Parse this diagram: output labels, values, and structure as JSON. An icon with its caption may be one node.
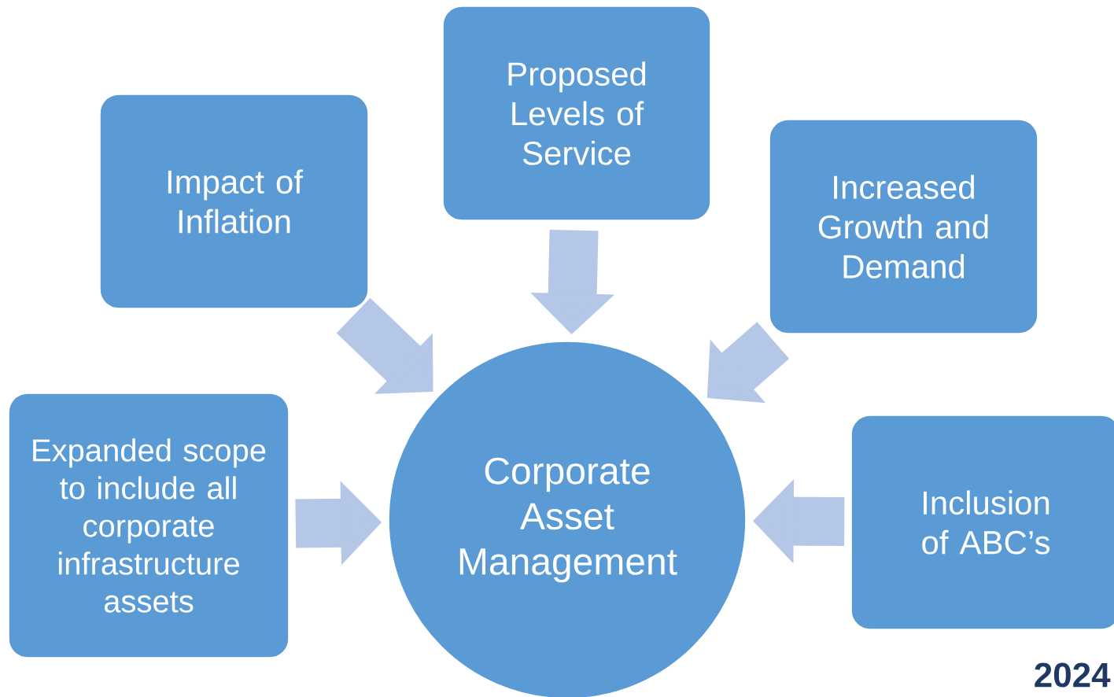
{
  "diagram": {
    "nodes": [
      {
        "text": [
          "Impact of Inflation"
        ]
      },
      {
        "text": [
          "Proposed Levels of Service"
        ]
      },
      {
        "text": [
          "Increased Growth and Demand"
        ]
      },
      {
        "text": [
          "Expanded scope to include all corporate infrastructure assets"
        ]
      },
      {
        "text": [
          "Corporate Asset Management"
        ]
      },
      {
        "text": [
          "Inclusion of ABC’s"
        ]
      }
    ],
    "edges": [
      {
        "from": 0,
        "to": 4,
        "arrow": "to"
      },
      {
        "from": 1,
        "to": 4,
        "arrow": "to"
      },
      {
        "from": 2,
        "to": 4,
        "arrow": "to"
      },
      {
        "from": 3,
        "to": 4,
        "arrow": "to"
      },
      {
        "from": 5,
        "to": 4,
        "arrow": "to"
      }
    ],
    "labels": [
      "2024"
    ]
  }
}
